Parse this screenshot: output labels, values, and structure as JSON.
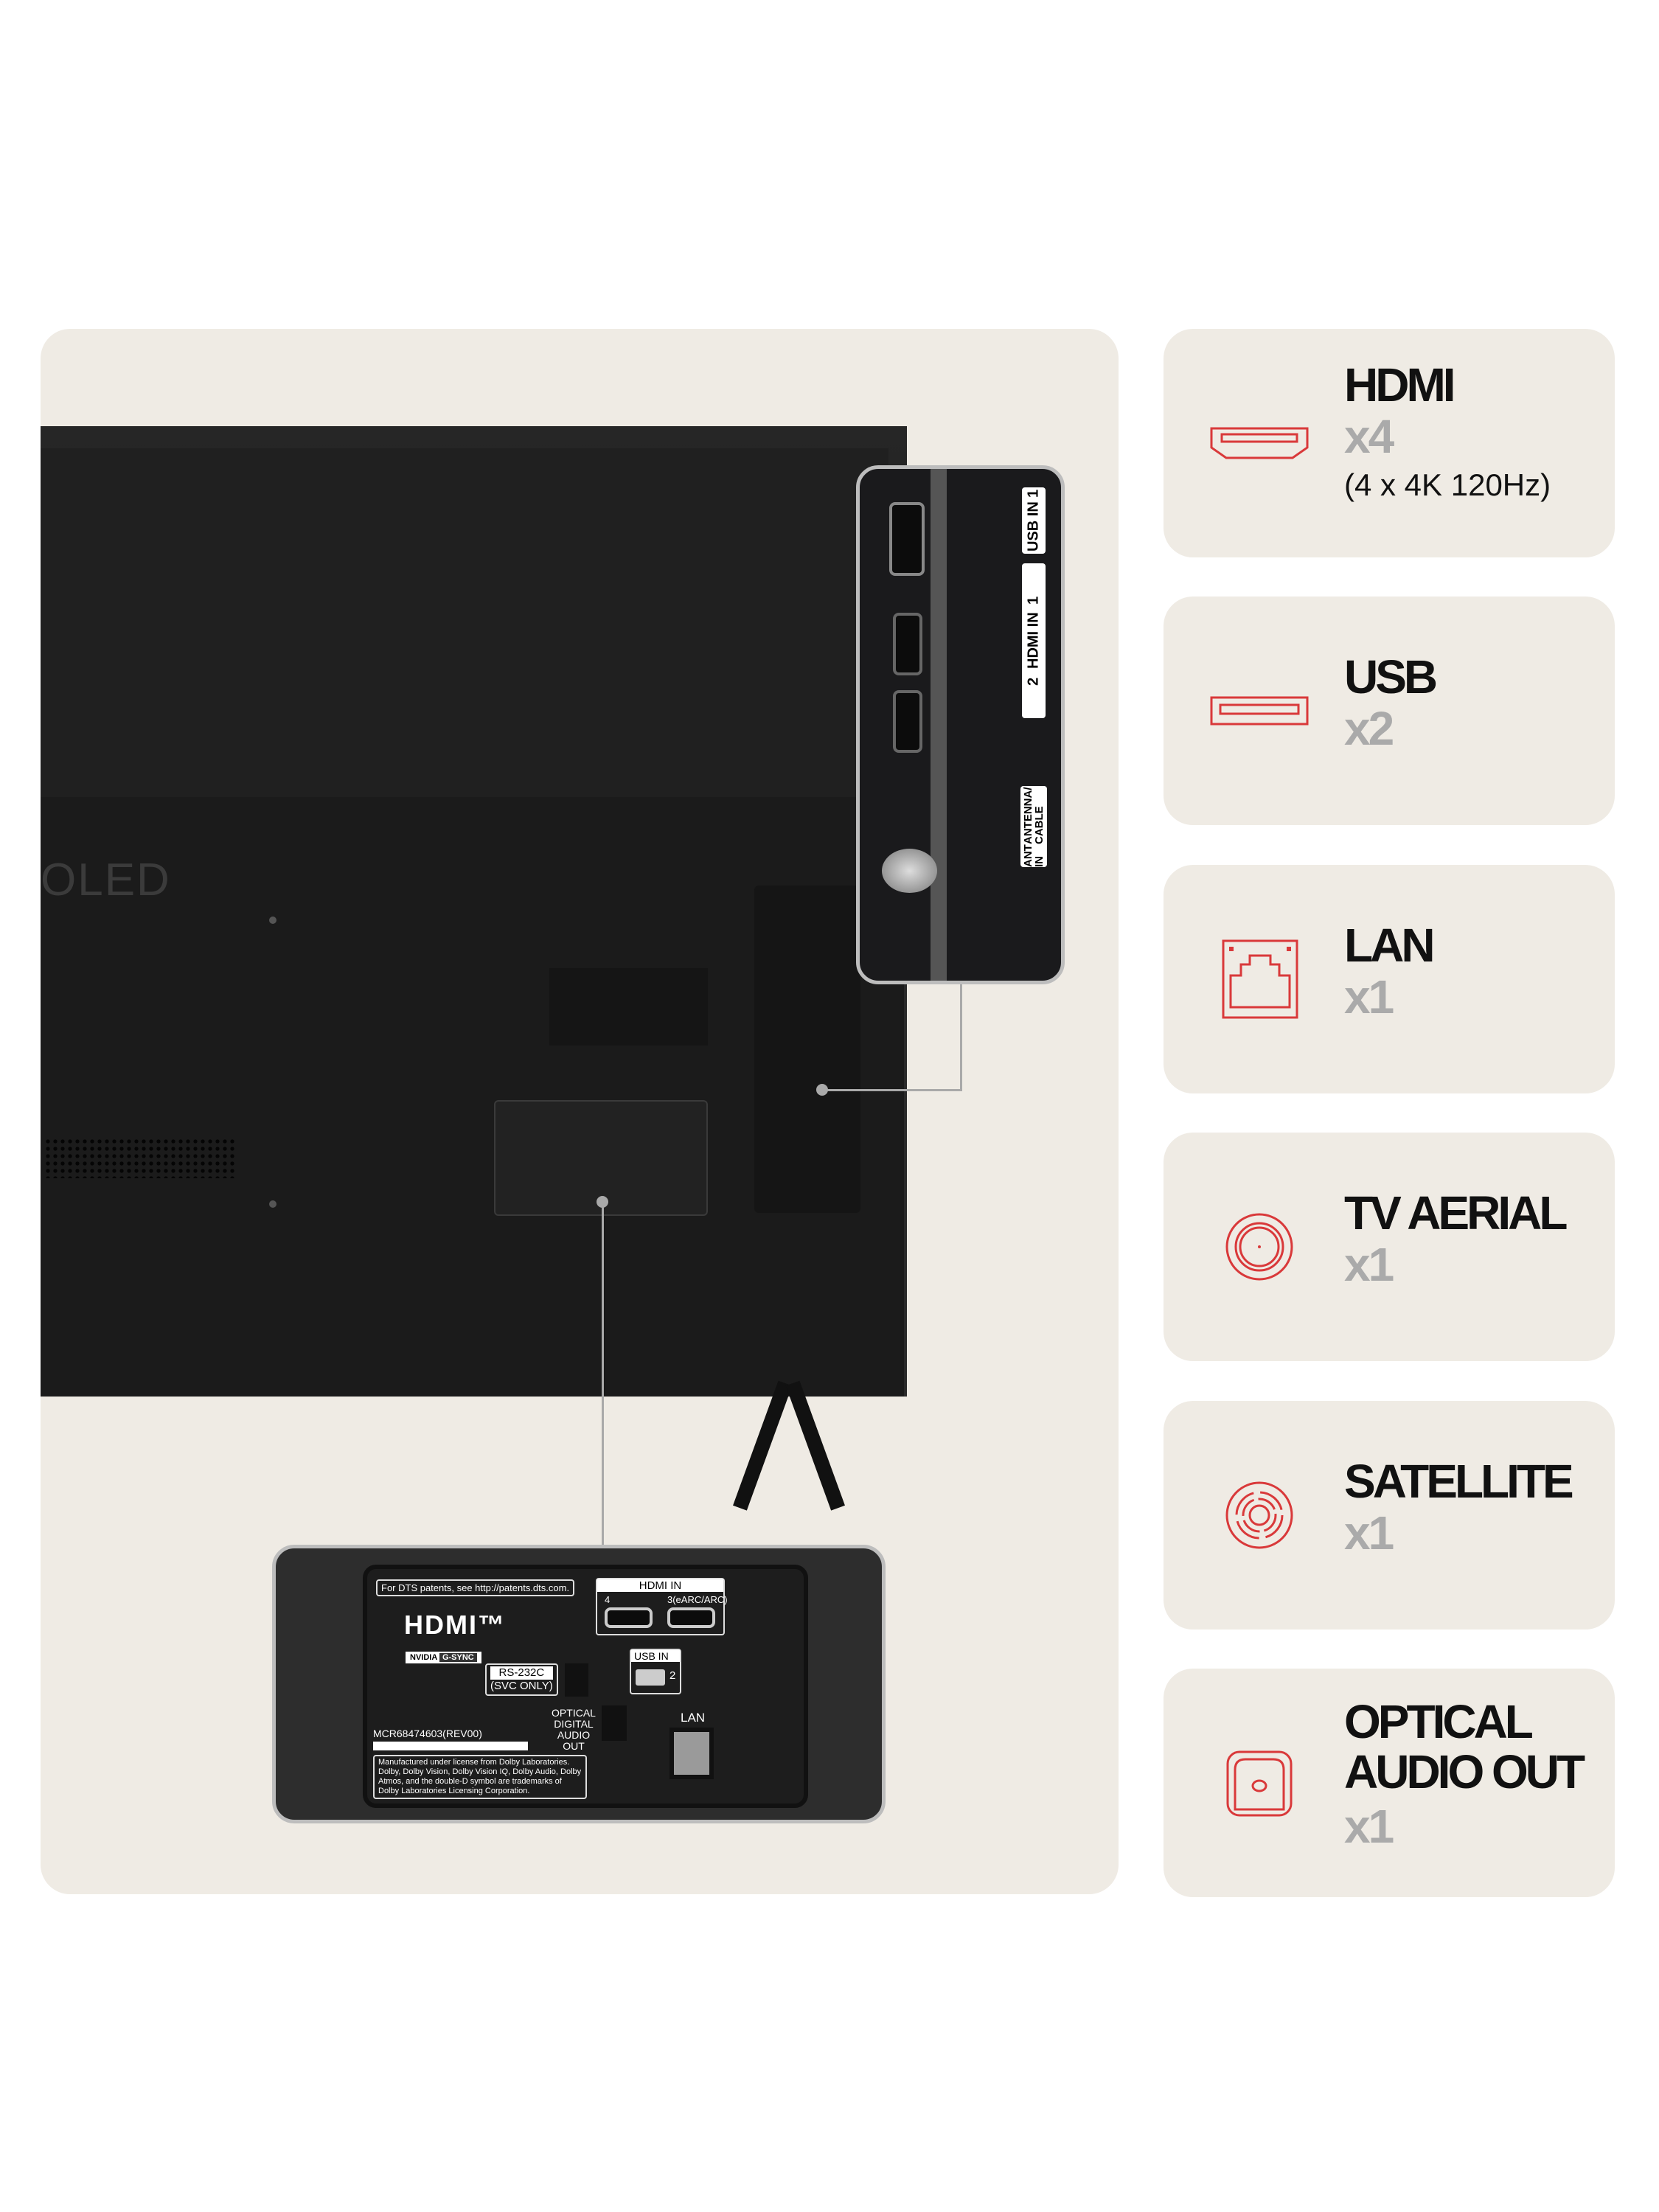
{
  "tv": {
    "brand_text": "OLED",
    "top_callout": {
      "usb_label": "USB IN",
      "usb_number": "1",
      "hdmi_label": "HDMI IN",
      "hdmi_numbers": [
        "1",
        "2"
      ],
      "antenna_label": "ANT IN",
      "antenna_sub": "ANTENNA/ CABLE"
    },
    "bottom_callout": {
      "dts_note": "For DTS patents, see http://patents.dts.com.",
      "hdmi_in_label": "HDMI IN",
      "hdmi_ports": [
        "4",
        "3(eARC/ARC)"
      ],
      "hdmi_logo": "HDMI™",
      "nvidia_badge": "NVIDIA",
      "gsync_badge": "G-SYNC",
      "rs232_label": "RS-232C",
      "rs232_sub": "(SVC ONLY)",
      "usb_label": "USB IN",
      "usb_number": "2",
      "optical_label": "OPTICAL DIGITAL AUDIO OUT",
      "lan_label": "LAN",
      "model_code": "MCR68474603(REV00)",
      "dolby_note": "Manufactured under license from Dolby Laboratories. Dolby, Dolby Vision, Dolby Vision IQ, Dolby Audio, Dolby Atmos, and the double-D symbol are trademarks of Dolby Laboratories Licensing Corporation."
    }
  },
  "accent_color": "#d9393a",
  "ports": [
    {
      "icon": "hdmi-icon",
      "name": "HDMI",
      "count": "x4",
      "detail": "(4 x 4K 120Hz)"
    },
    {
      "icon": "usb-icon",
      "name": "USB",
      "count": "x2"
    },
    {
      "icon": "lan-icon",
      "name": "LAN",
      "count": "x1"
    },
    {
      "icon": "tv-aerial-icon",
      "name": "TV AERIAL",
      "count": "x1"
    },
    {
      "icon": "satellite-icon",
      "name": "SATELLITE",
      "count": "x1"
    },
    {
      "icon": "optical-audio-icon",
      "name": "OPTICAL AUDIO OUT",
      "count": "x1"
    }
  ]
}
